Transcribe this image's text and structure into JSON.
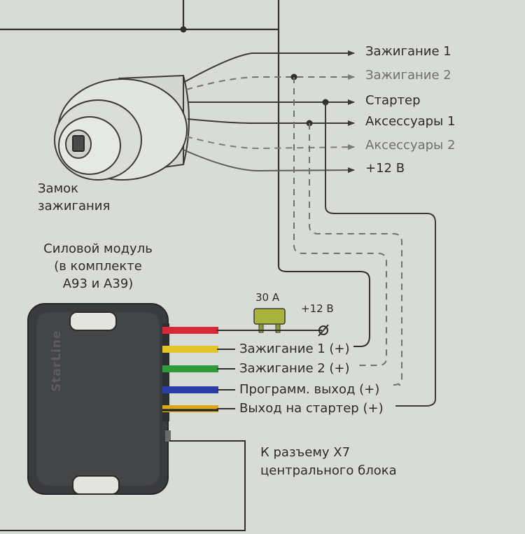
{
  "lock": {
    "label_line1": "Замок",
    "label_line2": "зажигания"
  },
  "lock_outputs": [
    {
      "label": "Зажигание 1",
      "style": "solid"
    },
    {
      "label": "Зажигание 2",
      "style": "dashed"
    },
    {
      "label": "Стартер",
      "style": "solid"
    },
    {
      "label": "Аксессуары 1",
      "style": "solid"
    },
    {
      "label": "Аксессуары 2",
      "style": "dashed"
    },
    {
      "label": "+12 В",
      "style": "solid"
    }
  ],
  "module": {
    "title_line1": "Силовой модуль",
    "title_line2": "(в комплекте",
    "title_line3": "А93 и А39)",
    "brand": "StarLine"
  },
  "fuse": {
    "rating": "30 А",
    "supply_label": "+12 В"
  },
  "module_wires": [
    {
      "label": "",
      "color": "#d8283a"
    },
    {
      "label": "Зажигание 1 (+)",
      "color": "#e3c52a"
    },
    {
      "label": "Зажигание 2 (+)",
      "color": "#2f9a3a"
    },
    {
      "label": "Программ. выход (+)",
      "color": "#2b3ea8"
    },
    {
      "label": "Выход на стартер (+)",
      "color": "#d9a81a"
    }
  ],
  "connector": {
    "label_line1": "К разъему Х7",
    "label_line2": "центрального блока"
  }
}
